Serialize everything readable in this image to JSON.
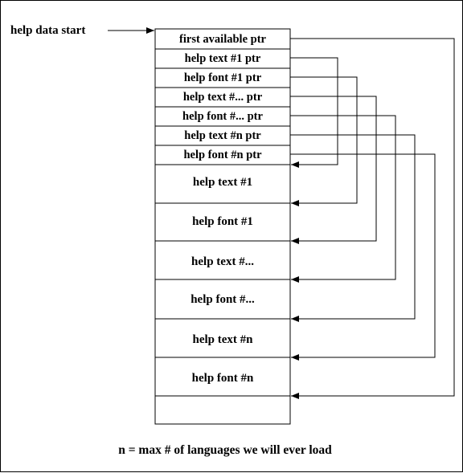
{
  "diagram": {
    "start_label": "help data start",
    "header_rows": [
      "first available ptr",
      "help text #1 ptr",
      "help font #1 ptr",
      "help text #... ptr",
      "help font #... ptr",
      "help text #n ptr",
      "help font #n ptr"
    ],
    "data_blocks": [
      "help text #1",
      "help font #1",
      "help text #...",
      "help font #...",
      "help text #n",
      "help font #n",
      ""
    ],
    "footnote": "n = max # of languages we will ever load",
    "colors": {
      "line": "#000000",
      "background": "#ffffff"
    }
  }
}
